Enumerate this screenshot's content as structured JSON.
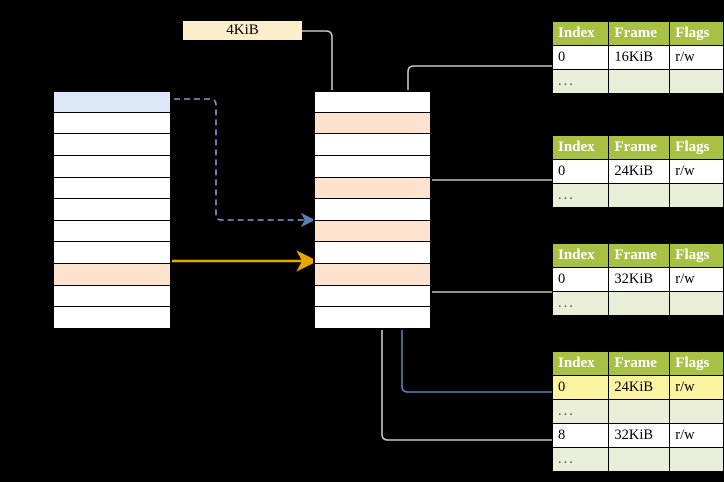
{
  "diagram": {
    "title_label": "4KiB",
    "colors": {
      "header_green": "#a8c142",
      "ellipsis_row": "#e9eed9",
      "highlight_yellow": "#fbf3a0",
      "selected_blue": "#dce8f7",
      "selected_peach": "#fde3ce",
      "size_box": "#fdeecb",
      "blue_arrow": "#5b7fb5",
      "orange_arrow": "#e8a600",
      "gray_wire": "#bfbfbf"
    },
    "left_column": {
      "name": "virtual-address-space",
      "row_count": 11,
      "rows": [
        {
          "index": 0,
          "fill": "blue"
        },
        {
          "index": 1,
          "fill": "white"
        },
        {
          "index": 2,
          "fill": "white"
        },
        {
          "index": 3,
          "fill": "white"
        },
        {
          "index": 4,
          "fill": "white"
        },
        {
          "index": 5,
          "fill": "white"
        },
        {
          "index": 6,
          "fill": "white"
        },
        {
          "index": 7,
          "fill": "white"
        },
        {
          "index": 8,
          "fill": "peach"
        },
        {
          "index": 9,
          "fill": "white"
        },
        {
          "index": 10,
          "fill": "white"
        }
      ]
    },
    "middle_column": {
      "name": "physical-memory",
      "row_count": 11,
      "rows": [
        {
          "index": 0,
          "fill": "white"
        },
        {
          "index": 1,
          "fill": "peach"
        },
        {
          "index": 2,
          "fill": "white"
        },
        {
          "index": 3,
          "fill": "white"
        },
        {
          "index": 4,
          "fill": "peach"
        },
        {
          "index": 5,
          "fill": "white"
        },
        {
          "index": 6,
          "fill": "peach"
        },
        {
          "index": 7,
          "fill": "white"
        },
        {
          "index": 8,
          "fill": "peach"
        },
        {
          "index": 9,
          "fill": "white"
        },
        {
          "index": 10,
          "fill": "white"
        }
      ]
    },
    "page_tables": [
      {
        "name": "page-table-1",
        "headers": [
          "Index",
          "Frame",
          "Flags"
        ],
        "rows": [
          {
            "cells": [
              "0",
              "16KiB",
              "r/w"
            ],
            "style": "normal",
            "highlight": []
          },
          {
            "cells": [
              "...",
              "",
              ""
            ],
            "style": "ellipsis",
            "highlight": []
          }
        ]
      },
      {
        "name": "page-table-2",
        "headers": [
          "Index",
          "Frame",
          "Flags"
        ],
        "rows": [
          {
            "cells": [
              "0",
              "24KiB",
              "r/w"
            ],
            "style": "normal",
            "highlight": []
          },
          {
            "cells": [
              "...",
              "",
              ""
            ],
            "style": "ellipsis",
            "highlight": []
          }
        ]
      },
      {
        "name": "page-table-3",
        "headers": [
          "Index",
          "Frame",
          "Flags"
        ],
        "rows": [
          {
            "cells": [
              "0",
              "32KiB",
              "r/w"
            ],
            "style": "normal",
            "highlight": []
          },
          {
            "cells": [
              "...",
              "",
              ""
            ],
            "style": "ellipsis",
            "highlight": []
          }
        ]
      },
      {
        "name": "page-table-4",
        "headers": [
          "Index",
          "Frame",
          "Flags"
        ],
        "rows": [
          {
            "cells": [
              "0",
              "24KiB",
              "r/w"
            ],
            "style": "normal",
            "highlight": [
              1,
              2
            ]
          },
          {
            "cells": [
              "...",
              "",
              ""
            ],
            "style": "ellipsis",
            "highlight": []
          },
          {
            "cells": [
              "8",
              "32KiB",
              "r/w"
            ],
            "style": "normal",
            "highlight": []
          },
          {
            "cells": [
              "...",
              "",
              ""
            ],
            "style": "ellipsis",
            "highlight": []
          }
        ]
      }
    ]
  }
}
